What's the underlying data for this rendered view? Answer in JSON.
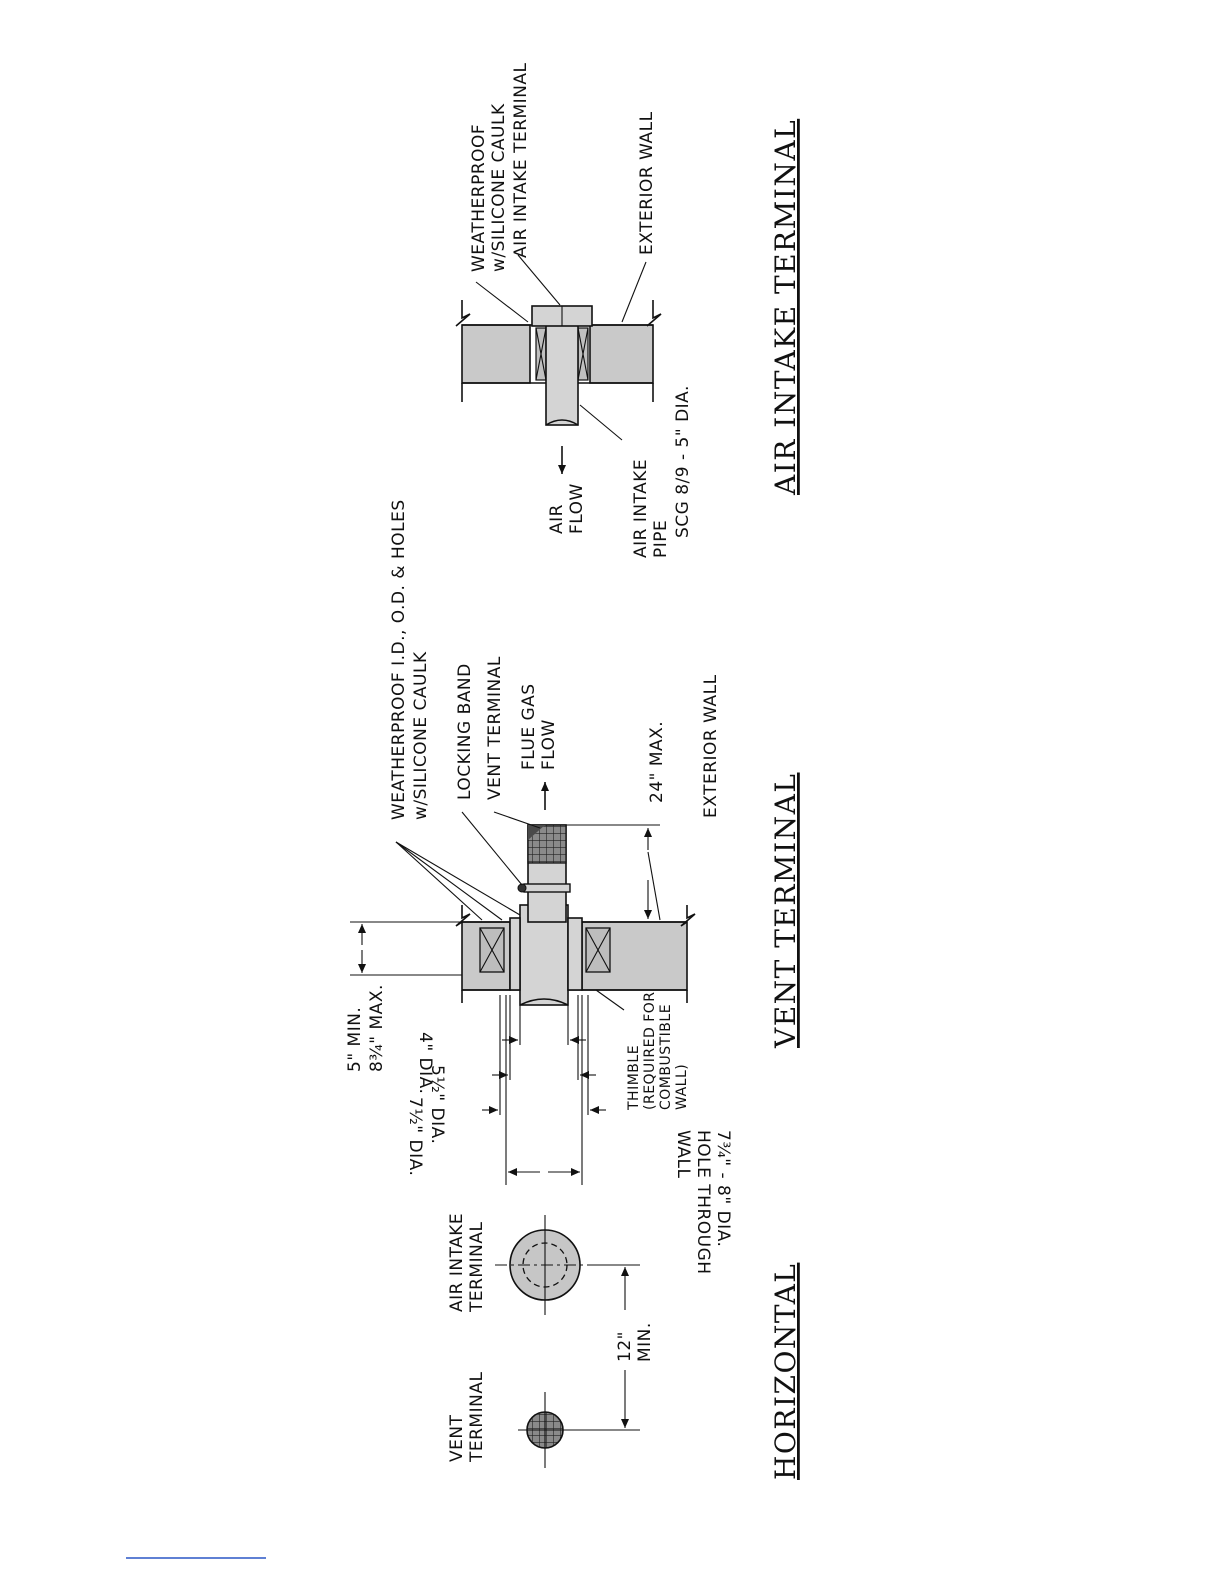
{
  "titles": {
    "horizontal": "HORIZONTAL",
    "vent_terminal": "VENT TERMINAL",
    "air_intake_terminal": "AIR INTAKE TERMINAL"
  },
  "horizontal_view": {
    "vent_terminal": [
      "VENT",
      "TERMINAL"
    ],
    "air_intake_terminal": [
      "AIR INTAKE",
      "TERMINAL"
    ],
    "spacing": [
      "12\"",
      "MIN."
    ]
  },
  "vent_view": {
    "weatherproof": [
      "WEATHERPROOF I.D., O.D. & HOLES",
      "w/SILICONE CAULK"
    ],
    "locking_band": "LOCKING BAND",
    "vent_terminal": "VENT TERMINAL",
    "flue_gas_flow": [
      "FLUE GAS",
      "FLOW"
    ],
    "max_24": "24\" MAX.",
    "exterior_wall": "EXTERIOR WALL",
    "wall_thickness": [
      "5\" MIN.",
      "8¾\" MAX."
    ],
    "dia_4": "4\" DIA.",
    "dia_5": "5½\" DIA.",
    "dia_7": "7½\" DIA.",
    "thimble": [
      "THIMBLE",
      "(REQUIRED FOR",
      "COMBUSTIBLE",
      "WALL)"
    ],
    "hole": [
      "7¾\" - 8\" DIA.",
      "HOLE THROUGH",
      "WALL"
    ]
  },
  "intake_view": {
    "weatherproof": [
      "WEATHERPROOF",
      "w/SILICONE CAULK"
    ],
    "air_intake_terminal": "AIR INTAKE TERMINAL",
    "exterior_wall": "EXTERIOR WALL",
    "air_flow": [
      "AIR",
      "FLOW"
    ],
    "pipe": [
      "AIR INTAKE",
      "PIPE",
      "SCG 8/9 - 5\" DIA."
    ]
  }
}
